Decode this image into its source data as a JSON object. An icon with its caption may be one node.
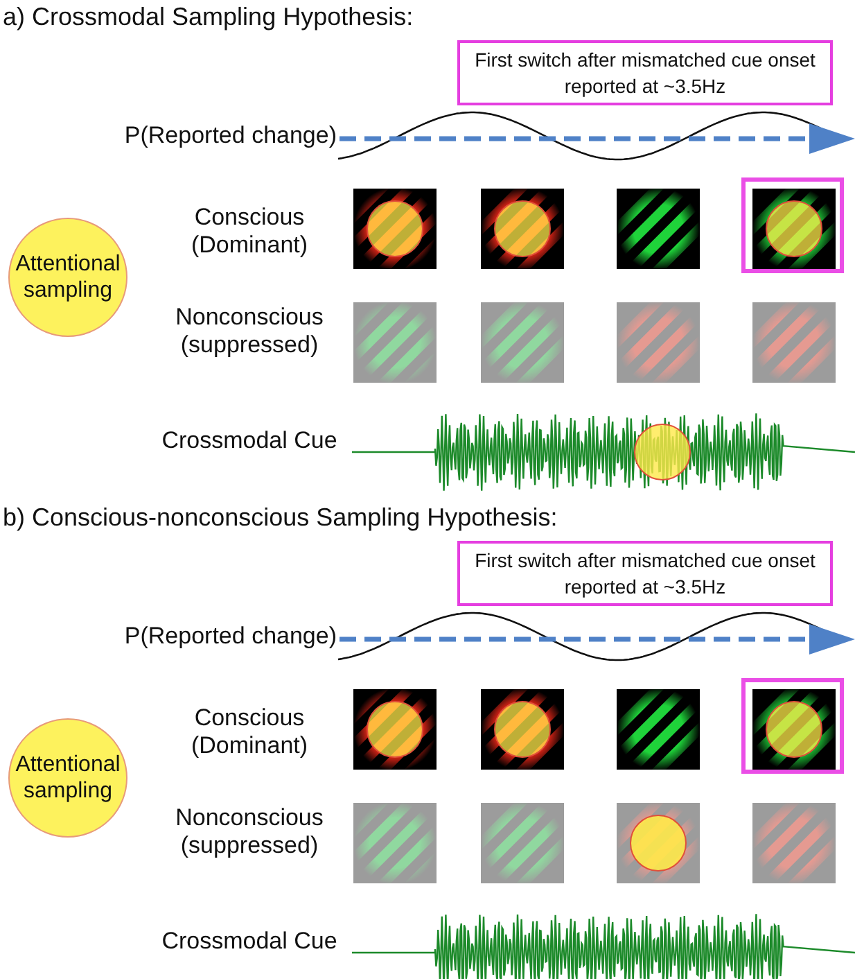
{
  "diagram": {
    "nodes": [
      {
        "text": [
          "First switch after mismatched cue onset reported at ~3.5Hz"
        ]
      },
      {
        "text": [
          "Attentional sampling"
        ]
      },
      {
        "text": [
          "First switch after mismatched cue onset reported at ~3.5Hz"
        ]
      },
      {
        "text": [
          "Attentional sampling"
        ]
      }
    ],
    "edges": [],
    "labels": [
      "a) Crossmodal Sampling Hypothesis:",
      "P(Reported change)",
      "Conscious (Dominant)",
      "Nonconscious (suppressed)",
      "Crossmodal Cue",
      "b) Conscious-nonconscious Sampling Hypothesis:",
      "P(Reported change)",
      "Conscious (Dominant)",
      "Nonconscious (suppressed)",
      "Crossmodal Cue"
    ]
  }
}
